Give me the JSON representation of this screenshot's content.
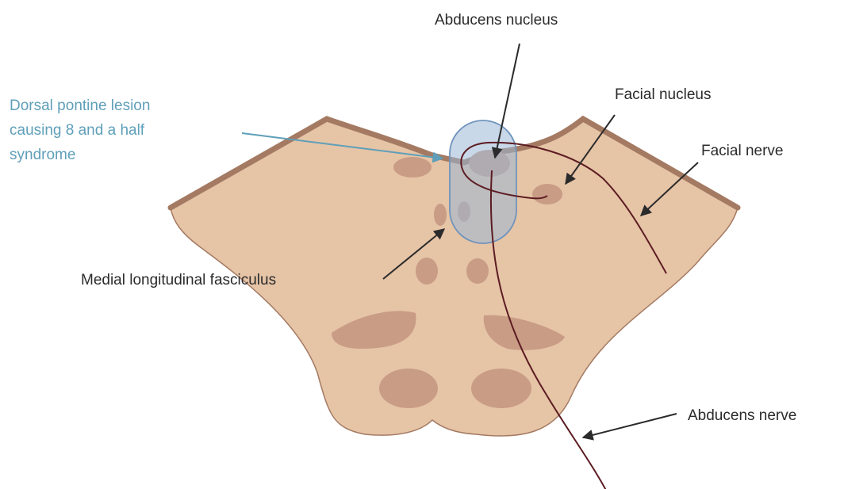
{
  "labels": {
    "abducens_nucleus": "Abducens nucleus",
    "dorsal_pontine_lesion": "Dorsal pontine lesion\ncausing 8 and a half\nsyndrome",
    "facial_nucleus": "Facial nucleus",
    "facial_nerve": "Facial nerve",
    "medial_longitudinal_fasciculus": "Medial longitudinal fasciculus",
    "abducens_nerve": "Abducens nerve"
  },
  "colors": {
    "pons_fill": "#e6c4a6",
    "pons_border": "#a47a63",
    "dorsal_edge": "#a47a63",
    "nuclei": "#c99c85",
    "lesion_fill": "#9bb8d6",
    "lesion_stroke": "#6f93bc",
    "nerve": "#5c1c22",
    "lesion_label": "#5f9fb9",
    "arrow": "#2b2b2b"
  }
}
